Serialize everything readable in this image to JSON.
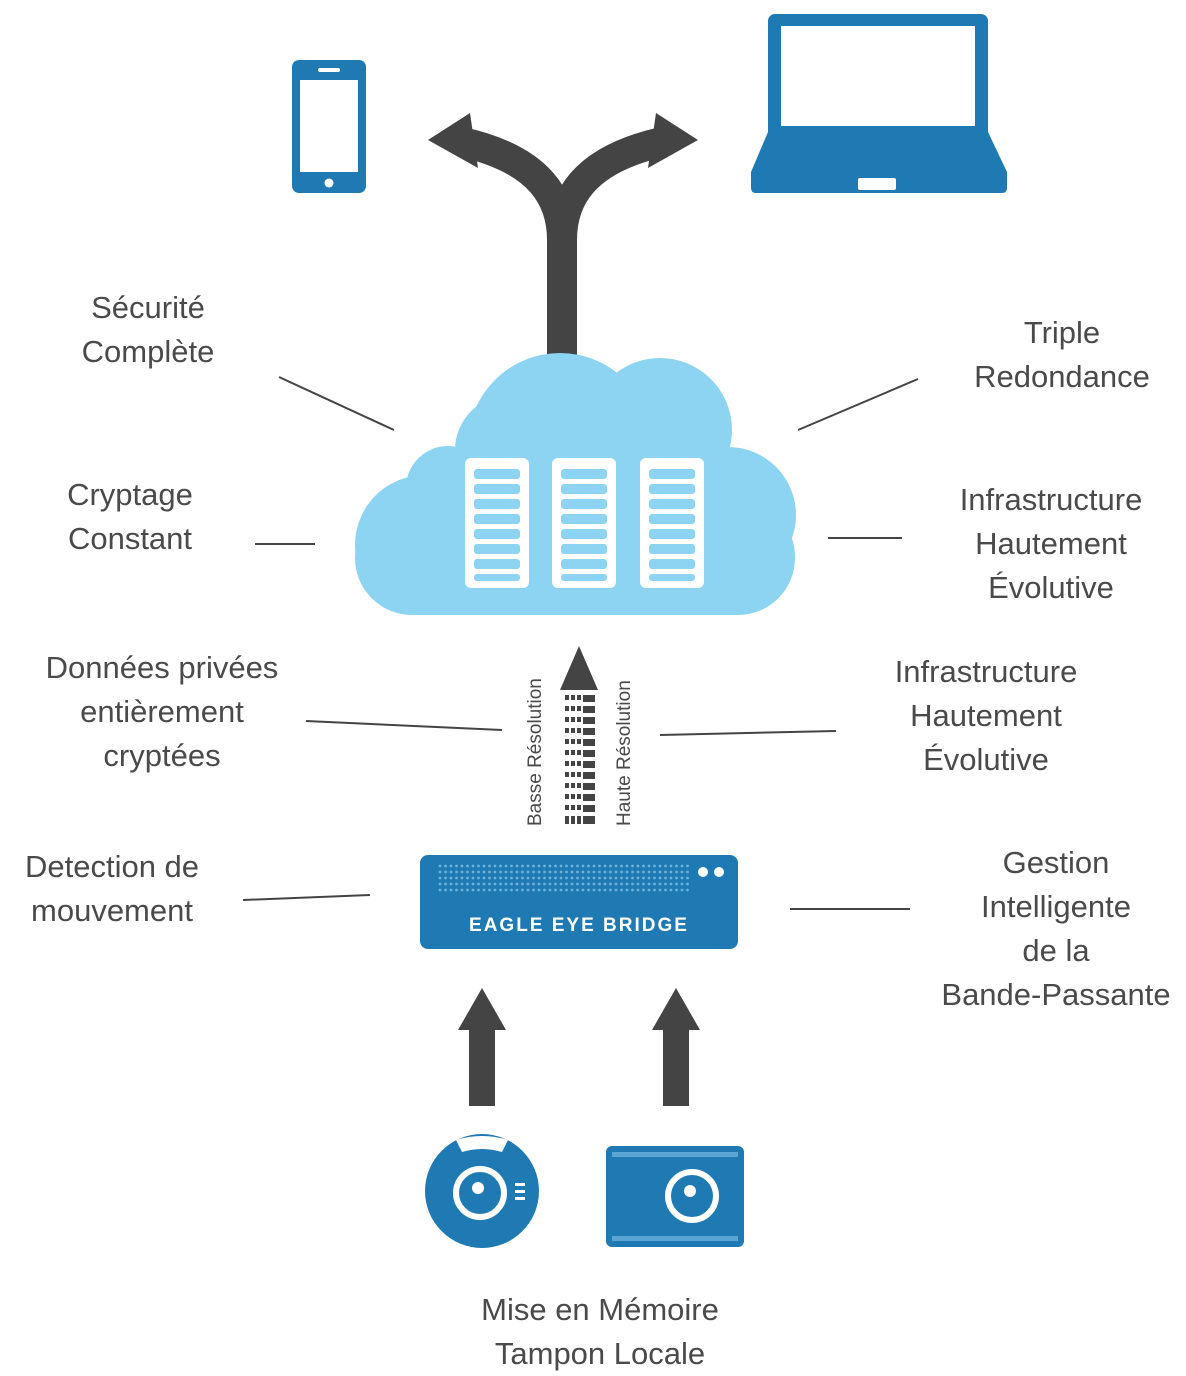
{
  "colors": {
    "device_blue": "#1f7ab3",
    "cloud_light": "#8dd3f2",
    "arrow_dark": "#444444",
    "text": "#4a4a4a"
  },
  "icons": {
    "phone": "smartphone-icon",
    "laptop": "laptop-icon",
    "cloud": "cloud-icon",
    "server": "server-rack-icon",
    "bridge": "bridge-appliance-icon",
    "dome_camera": "dome-camera-icon",
    "box_camera": "box-camera-icon"
  },
  "labels": {
    "securite": [
      "Sécurité",
      "Complète"
    ],
    "cryptage": [
      "Cryptage",
      "Constant"
    ],
    "donnees": [
      "Données privées",
      "entièrement",
      "cryptées"
    ],
    "detection": [
      "Detection de",
      "mouvement"
    ],
    "triple": [
      "Triple",
      "Redondance"
    ],
    "infra1": [
      "Infrastructure",
      "Hautement",
      "Évolutive"
    ],
    "infra2": [
      "Infrastructure",
      "Hautement",
      "Évolutive"
    ],
    "gestion": [
      "Gestion",
      "Intelligente",
      "de la",
      "Bande-Passante"
    ],
    "memoire": [
      "Mise en Mémoire",
      "Tampon Locale"
    ]
  },
  "stream": {
    "left_label": "Basse Résolution",
    "right_label": "Haute Résolution"
  },
  "bridge": {
    "name": "EAGLE EYE BRIDGE"
  }
}
